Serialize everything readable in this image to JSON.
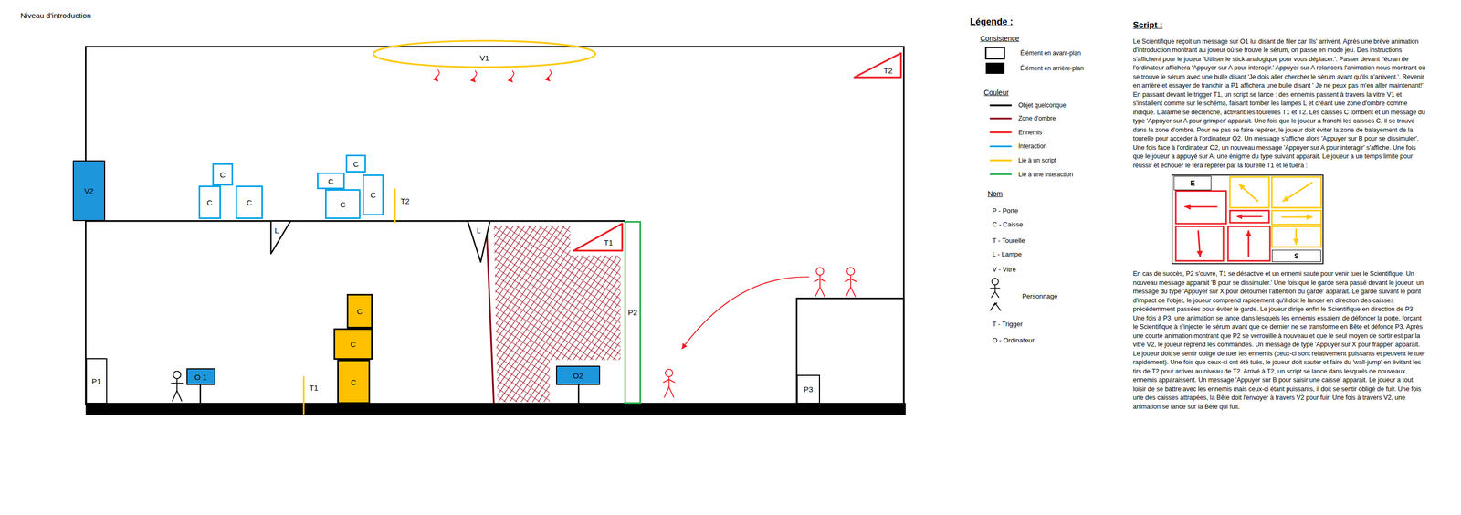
{
  "diagram": {
    "title": "Niveau d'introduction",
    "nodes": [
      {
        "text": [
          "V1"
        ]
      },
      {
        "text": [
          "T2"
        ]
      },
      {
        "text": [
          "V2"
        ]
      },
      {
        "text": [
          "C"
        ]
      },
      {
        "text": [
          "C"
        ]
      },
      {
        "text": [
          "C"
        ]
      },
      {
        "text": [
          "C"
        ]
      },
      {
        "text": [
          "C"
        ]
      },
      {
        "text": [
          "C"
        ]
      },
      {
        "text": [
          "C"
        ]
      },
      {
        "text": [
          "L"
        ]
      },
      {
        "text": [
          "L"
        ]
      },
      {
        "text": [
          "T1"
        ]
      },
      {
        "text": [
          "P2"
        ]
      },
      {
        "text": [
          "P1"
        ]
      },
      {
        "text": [
          "O 1"
        ]
      },
      {
        "text": [
          "C"
        ]
      },
      {
        "text": [
          "C"
        ]
      },
      {
        "text": [
          "C"
        ]
      },
      {
        "text": [
          "O2"
        ]
      },
      {
        "text": [
          "P3"
        ]
      },
      {
        "text": [
          "E"
        ]
      },
      {
        "text": [
          "S"
        ]
      }
    ],
    "labels": [
      "T2",
      "T1",
      "Légende :",
      "Consistence",
      "Couleur",
      "Nom",
      "Script :",
      "Le Scientifique reçoit un message sur O1 lui disant de filer car 'Ils' arrivent. Après une brève animation d'introduction montrant au joueur où se trouve le sérum, on passe en mode jeu. Des instructions s'affichent pour le joueur 'Utiliser le stick analogique pour vous déplacer.'. Passer devant l'écran de l'ordinateur affichera 'Appuyer sur A pour interagir.' Appuyer sur A relancera l'animation nous montrant où se trouve le sérum avec une bulle disant 'Je dois aller chercher le sérum avant qu'ils n'arrivent.'. Revenir en arrière et essayer de franchir la P1 affichera une bulle disant ' Je ne peux pas m'en aller maintenant!'. En passant devant le trigger T1, un script se lance : des ennemis passent à travers la vitre V1 et s'installent comme sur le schéma, faisant tomber les lampes L et créant une zone d'ombre comme indiqué. L'alarme se déclenche, activant les tourelles T1 et T2. Les caisses C tombent et un message du type 'Appuyer sur A pour grimper' apparait. Une fois que le joueur a franchi les caisses C, il se trouve dans la zone d'ombre. Pour ne pas se faire repérer, le joueur doit éviter la zone de balayement de la tourelle pour accéder à l'ordinateur O2. Un message s'affiche alors 'Appuyer sur B pour se dissimuler'. Une fois face à l'ordinateur O2, un nouveau message 'Appuyer sur A pour interagir' s'affiche. Une fois que le joueur a appuyé sur A, une énigme du type suivant apparait. Le joueur a un temps limite pour réussir et échouer le fera repérer par la tourelle T1 et le tuera :",
      "En cas de succès, P2 s'ouvre, T1 se désactive et un ennemi saute pour venir tuer le Scientifique. Un nouveau message apparait 'B pour se dissimuler.' Une fois que le garde sera passé devant le joueur, un message du type 'Appuyer sur X pour détourner l'attention du garde' apparait. Le garde suivant le point d'impact de l'objet, le joueur comprend rapidement qu'il doit le lancer en direction des caisses précédemment passées pour éviter le garde. Le joueur dirige enfin le Scientifique en direction de P3. Une fois à P3, une animation se lance dans lesquels les ennemis essaient de défoncer la porte, forçant le Scientifique à s'injecter le sérum avant que ce dernier ne se transforme en Bête et défonce P3. Après une courte animation montrant que P2 se verrouille à nouveau et que le seul moyen de sortir est par la vitre V2, le joueur reprend les commandes. Un message de type 'Appuyer sur X pour frapper' apparait. Le joueur doit se sentir obligé de tuer les ennemis (ceux-ci sont relativement puissants et peuvent le tuer rapidement). Une fois que ceux-ci ont été tués, le joueur doit sauter et faire du 'wall-jump' en évitant les tirs de T2 pour arriver au niveau de T2. Arrivé à T2, un script se lance dans lesquels de nouveaux ennemis apparaissent. Un message 'Appuyer sur B pour saisir une caisse' apparait. Le joueur a tout loisir de se battre avec les ennemis mais ceux-ci étant puissants, il doit se sentir obligé de fuir. Une fois une des caisses attrapées, la Bête doit l'envoyer à travers V2 pour fuir. Une fois à travers V2, une animation se lance sur la Bête qui fuit."
    ],
    "legend": [
      {
        "text": "Élément en avant-plan"
      },
      {
        "text": "Élément en arrière-plan",
        "color": "#000000"
      },
      {
        "text": "Objet quelconque"
      },
      {
        "text": "Zone d'ombre"
      },
      {
        "text": "Ennemis"
      },
      {
        "text": "Interaction"
      },
      {
        "text": "Lié à un script"
      },
      {
        "text": "Lié à une interaction"
      },
      {
        "text": "P - Porte"
      },
      {
        "text": "C - Caisse"
      },
      {
        "text": "T - Tourelle"
      },
      {
        "text": "L - Lampe"
      },
      {
        "text": "V - Vitre"
      },
      {
        "text": "Personnage"
      },
      {
        "text": "T - Trigger"
      },
      {
        "text": "O - Ordinateur"
      }
    ]
  }
}
